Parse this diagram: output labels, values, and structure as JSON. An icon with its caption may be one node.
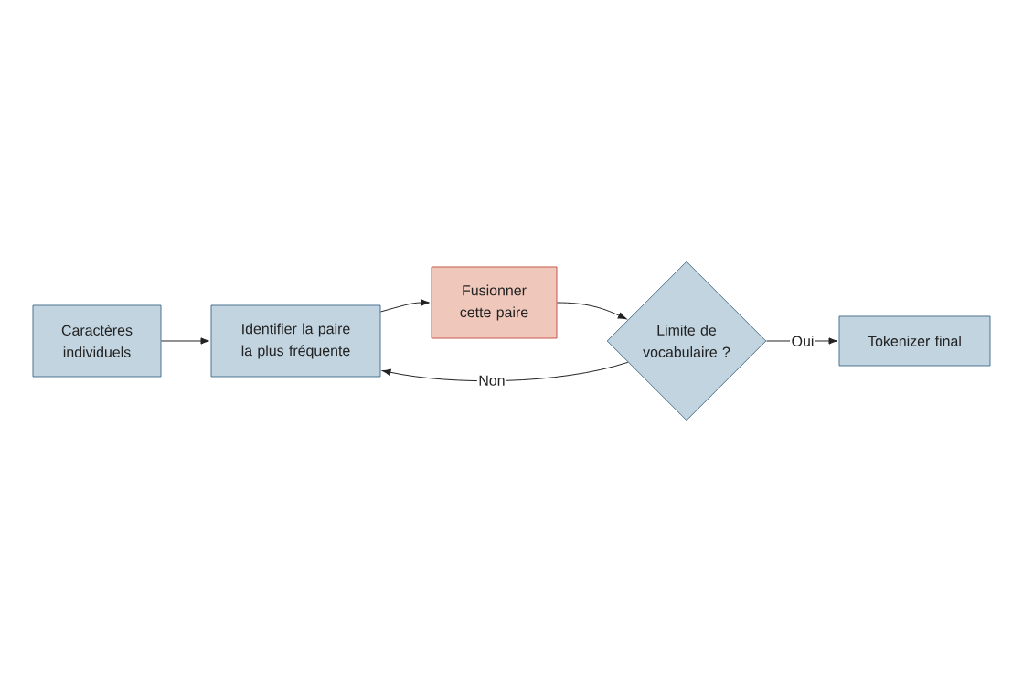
{
  "diagram": {
    "nodes": [
      {
        "text": [
          "Caractères individuels"
        ]
      },
      {
        "text": [
          "Identifier la paire la plus fréquente"
        ]
      },
      {
        "text": [
          "Fusionner cette paire"
        ]
      },
      {
        "text": [
          "Limite de vocabulaire ?"
        ]
      },
      {
        "text": [
          "Tokenizer final"
        ]
      }
    ],
    "edges": [
      {
        "from": 0,
        "to": 1,
        "arrow": "to"
      },
      {
        "from": 1,
        "to": 2,
        "arrow": "to"
      },
      {
        "from": 2,
        "to": 3,
        "arrow": "to"
      },
      {
        "from": 3,
        "to": 1,
        "arrow": "to",
        "label": "Non"
      },
      {
        "from": 3,
        "to": 4,
        "arrow": "to",
        "label": "Oui"
      }
    ]
  }
}
